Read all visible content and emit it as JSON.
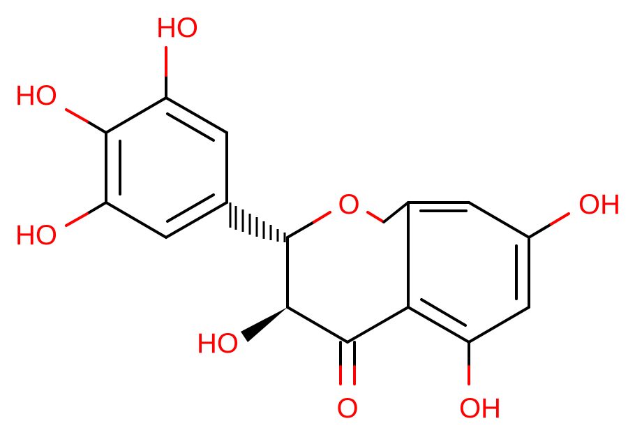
{
  "molecule": {
    "colors": {
      "bond": "#000000",
      "oxygen": "#ff0000",
      "background": "#ffffff"
    },
    "labels": {
      "oh_top": "HO",
      "oh_upper_left": "HO",
      "oh_lower_left": "HO",
      "ring_oxygen": "O",
      "oh_right": "OH",
      "oh_c3": "HO",
      "carbonyl_oxygen": "O",
      "oh_c5": "OH"
    }
  }
}
